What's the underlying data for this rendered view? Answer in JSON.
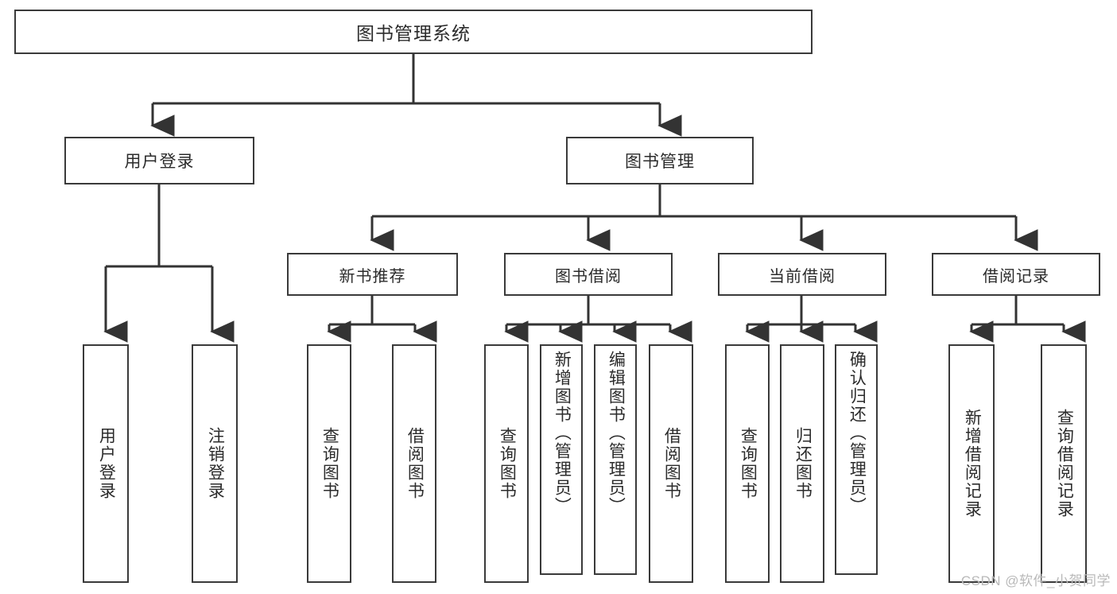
{
  "diagram": {
    "type": "tree",
    "title": "图书管理系统",
    "root": {
      "label": "图书管理系统"
    },
    "level2": [
      {
        "id": "user-login",
        "label": "用户登录"
      },
      {
        "id": "book-manage",
        "label": "图书管理"
      }
    ],
    "level3": [
      {
        "id": "new-book-recommend",
        "label": "新书推荐",
        "parent": "book-manage"
      },
      {
        "id": "book-borrow",
        "label": "图书借阅",
        "parent": "book-manage"
      },
      {
        "id": "current-borrow",
        "label": "当前借阅",
        "parent": "book-manage"
      },
      {
        "id": "borrow-record",
        "label": "借阅记录",
        "parent": "book-manage"
      }
    ],
    "leaves": [
      {
        "id": "leaf-user-login",
        "label": "用户登录",
        "parent": "user-login"
      },
      {
        "id": "leaf-logout-login",
        "label": "注销登录",
        "parent": "user-login"
      },
      {
        "id": "leaf-query-book-1",
        "label": "查询图书",
        "parent": "new-book-recommend"
      },
      {
        "id": "leaf-borrow-book-1",
        "label": "借阅图书",
        "parent": "new-book-recommend"
      },
      {
        "id": "leaf-query-book-2",
        "label": "查询图书",
        "parent": "book-borrow"
      },
      {
        "id": "leaf-add-book",
        "label": "新增图书（管理员）",
        "parent": "book-borrow"
      },
      {
        "id": "leaf-edit-book",
        "label": "编辑图书（管理员）",
        "parent": "book-borrow"
      },
      {
        "id": "leaf-borrow-book-2",
        "label": "借阅图书",
        "parent": "book-borrow"
      },
      {
        "id": "leaf-query-book-3",
        "label": "查询图书",
        "parent": "current-borrow"
      },
      {
        "id": "leaf-return-book",
        "label": "归还图书",
        "parent": "current-borrow"
      },
      {
        "id": "leaf-confirm-return",
        "label": "确认归还（管理员）",
        "parent": "current-borrow"
      },
      {
        "id": "leaf-add-record",
        "label": "新增借阅记录",
        "parent": "borrow-record"
      },
      {
        "id": "leaf-query-record",
        "label": "查询借阅记录",
        "parent": "borrow-record"
      }
    ],
    "colors": {
      "border": "#3a3a3a",
      "text": "#2b2b2b",
      "background": "#ffffff",
      "connector": "#333333",
      "watermark": "#b9b9b9"
    }
  },
  "watermark": {
    "text": "CSDN @软件_小贺同学"
  }
}
